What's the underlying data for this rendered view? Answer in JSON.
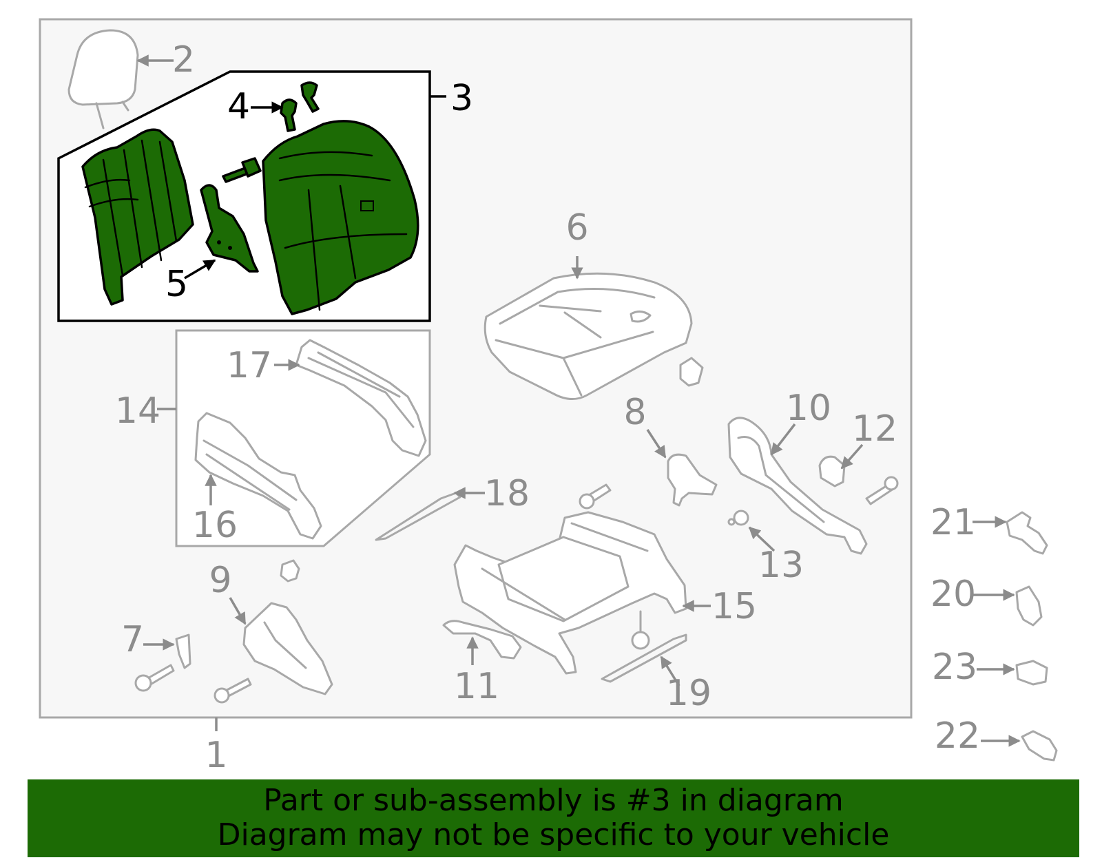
{
  "diagram": {
    "highlight_color": "#1c6b05",
    "part_color": "#a8a8a8",
    "highlighted_callout": "3",
    "callouts": {
      "c1": "1",
      "c2": "2",
      "c3": "3",
      "c4": "4",
      "c5": "5",
      "c6": "6",
      "c7": "7",
      "c8": "8",
      "c9": "9",
      "c10": "10",
      "c11": "11",
      "c12": "12",
      "c13": "13",
      "c14": "14",
      "c15": "15",
      "c16": "16",
      "c17": "17",
      "c18": "18",
      "c19": "19",
      "c20": "20",
      "c21": "21",
      "c22": "22",
      "c23": "23"
    }
  },
  "banner": {
    "line1": "Part or sub-assembly is #3 in diagram",
    "line2": "Diagram may not be specific to your vehicle"
  }
}
